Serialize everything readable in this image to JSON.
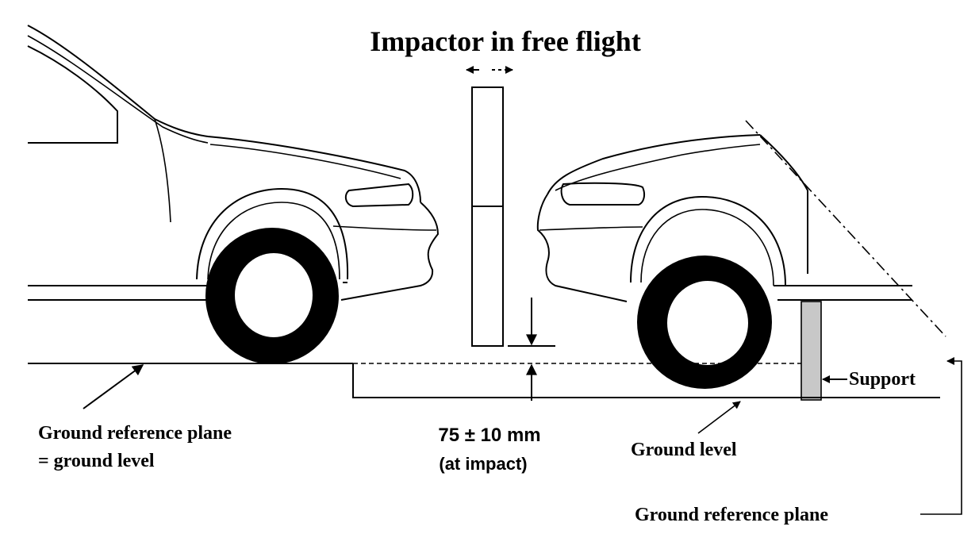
{
  "title": "Impactor in free flight",
  "labels": {
    "ground_reference_plane_line1": "Ground reference plane",
    "ground_reference_plane_line2": "= ground level",
    "clearance_value": "75 ± 10 mm",
    "clearance_note": "(at impact)",
    "ground_level": "Ground level",
    "support": "Support",
    "ground_reference_plane_right": "Ground reference plane"
  },
  "colors": {
    "line": "#000000",
    "support_fill": "#c8c8c8",
    "background": "#ffffff"
  },
  "icons": {
    "flight_arrow": "double-headed-horizontal-arrow",
    "pointer_arrow": "arrow"
  }
}
